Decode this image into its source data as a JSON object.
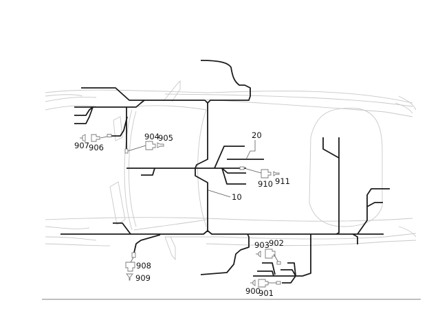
{
  "diagram": {
    "type": "vehicle-wiring-harness-layout",
    "view": "top view",
    "colors": {
      "harness": "#1a1a1a",
      "body_outline": "#c8c8c8",
      "connector": "#777777",
      "bottom_rule": "#999999"
    },
    "labels": {
      "harness_10": "10",
      "harness_20": "20",
      "c900": "900",
      "c901": "901",
      "c902": "902",
      "c903": "903",
      "c904": "904",
      "c905": "905",
      "c906": "906",
      "c907": "907",
      "c908": "908",
      "c909": "909",
      "c910": "910",
      "c911": "911"
    },
    "connector_groups": [
      {
        "ids": [
          "907",
          "906"
        ],
        "position": "front-left"
      },
      {
        "ids": [
          "904",
          "905"
        ],
        "position": "dashboard-left"
      },
      {
        "ids": [
          "910",
          "911"
        ],
        "position": "center"
      },
      {
        "ids": [
          "908",
          "909"
        ],
        "position": "lower-left"
      },
      {
        "ids": [
          "903",
          "902"
        ],
        "position": "lower-center"
      },
      {
        "ids": [
          "900",
          "901"
        ],
        "position": "lower-center-bottom"
      }
    ]
  }
}
